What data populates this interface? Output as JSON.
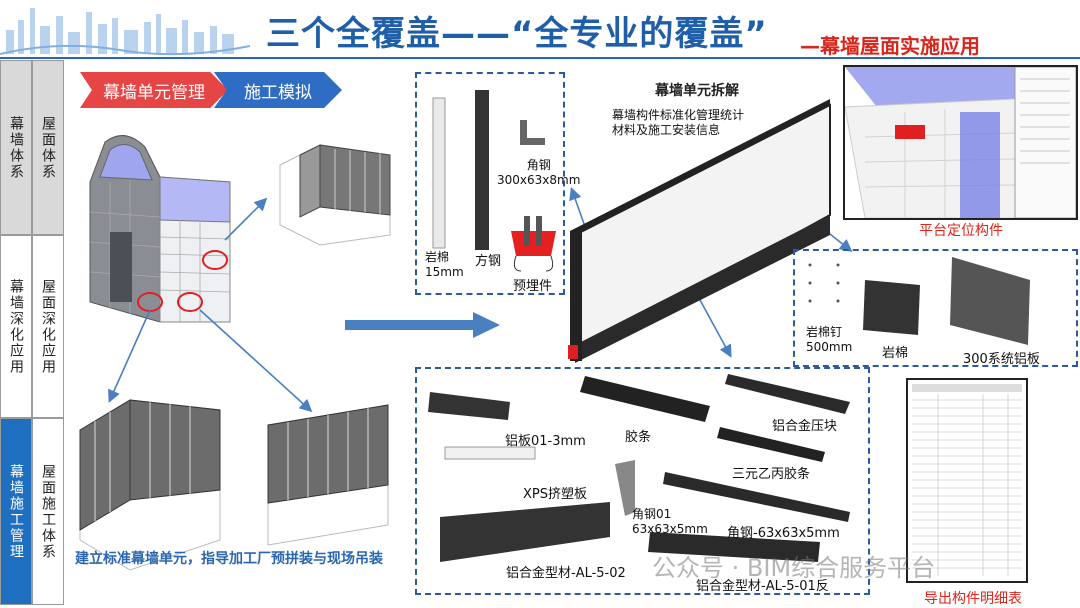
{
  "header": {
    "title": "三个全覆盖——“全专业的覆盖”",
    "subtitle": "—幕墙屋面实施应用"
  },
  "sidebar": {
    "col1": [
      "幕墙体系",
      "幕墙深化应用",
      "幕墙施工管理"
    ],
    "col2": [
      "屋面体系",
      "屋面深化应用",
      "屋面施工体系"
    ],
    "active_row": 2
  },
  "ribbon": {
    "step1": "幕墙单元管理",
    "step2": "施工模拟"
  },
  "captions": {
    "bottom_left": "建立标准幕墙单元，指导加工厂预拼装与现场吊装",
    "unit_heading": "幕墙单元拆解",
    "unit_desc": "幕墙构件标准化管理统计材料及施工安装信息",
    "platform": "平台定位构件",
    "export": "导出构件明细表"
  },
  "box1_labels": {
    "rockwool": "岩棉\n15mm",
    "square_steel": "方钢",
    "angle_steel": "角钢\n300x63x8mm",
    "embedded": "预埋件"
  },
  "box2_labels": {
    "nail": "岩棉钉\n500mm",
    "rockwool": "岩棉",
    "panel": "300系统铝板"
  },
  "box3_labels": {
    "alu_plate": "铝板01-3mm",
    "strip": "胶条",
    "press_block": "铝合金压块",
    "xps": "XPS挤塑板",
    "epdm": "三元乙丙胶条",
    "angle01": "角钢01\n63x63x5mm",
    "angle_neg": "角钢-63x63x5mm",
    "profile02": "铝合金型材-AL-5-02",
    "profile01": "铝合金型材-AL-5-01反"
  },
  "watermark": "公众号 · BIM综合服务平台",
  "colors": {
    "title_blue": "#1f5faa",
    "accent_red": "#d9261c",
    "active_nav": "#1f6fc0",
    "chevron_red": "#e64545",
    "chevron_blue": "#2f6cc4",
    "dash_blue": "#2b5a9e"
  }
}
